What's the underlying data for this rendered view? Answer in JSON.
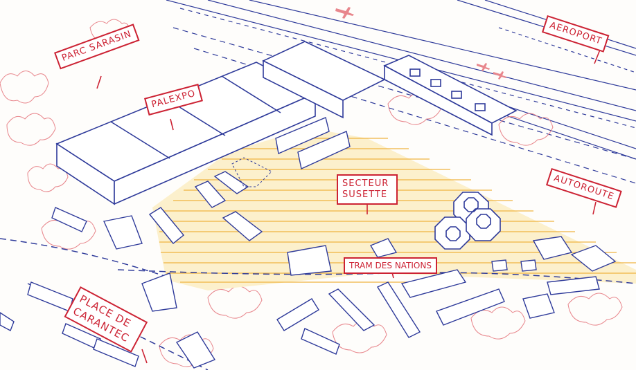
{
  "labels": {
    "parc_sarasin": "PARC SARASIN",
    "palexpo": "PALEXPO",
    "aeroport": "AEROPORT",
    "autoroute": "AUTOROUTE",
    "secteur_line1": "SECTEUR",
    "secteur_line2": "SUSETTE",
    "tram": "TRAM DES NATIONS",
    "place_line1": "PLACE DE",
    "place_line2": "CARANTEC"
  },
  "colors": {
    "ink_blue": "#2e3a9a",
    "accent_red": "#cc2233",
    "zone_yellow": "#f0b440",
    "zone_fill": "#fcf0cc",
    "tree_pink": "#e8868c"
  }
}
